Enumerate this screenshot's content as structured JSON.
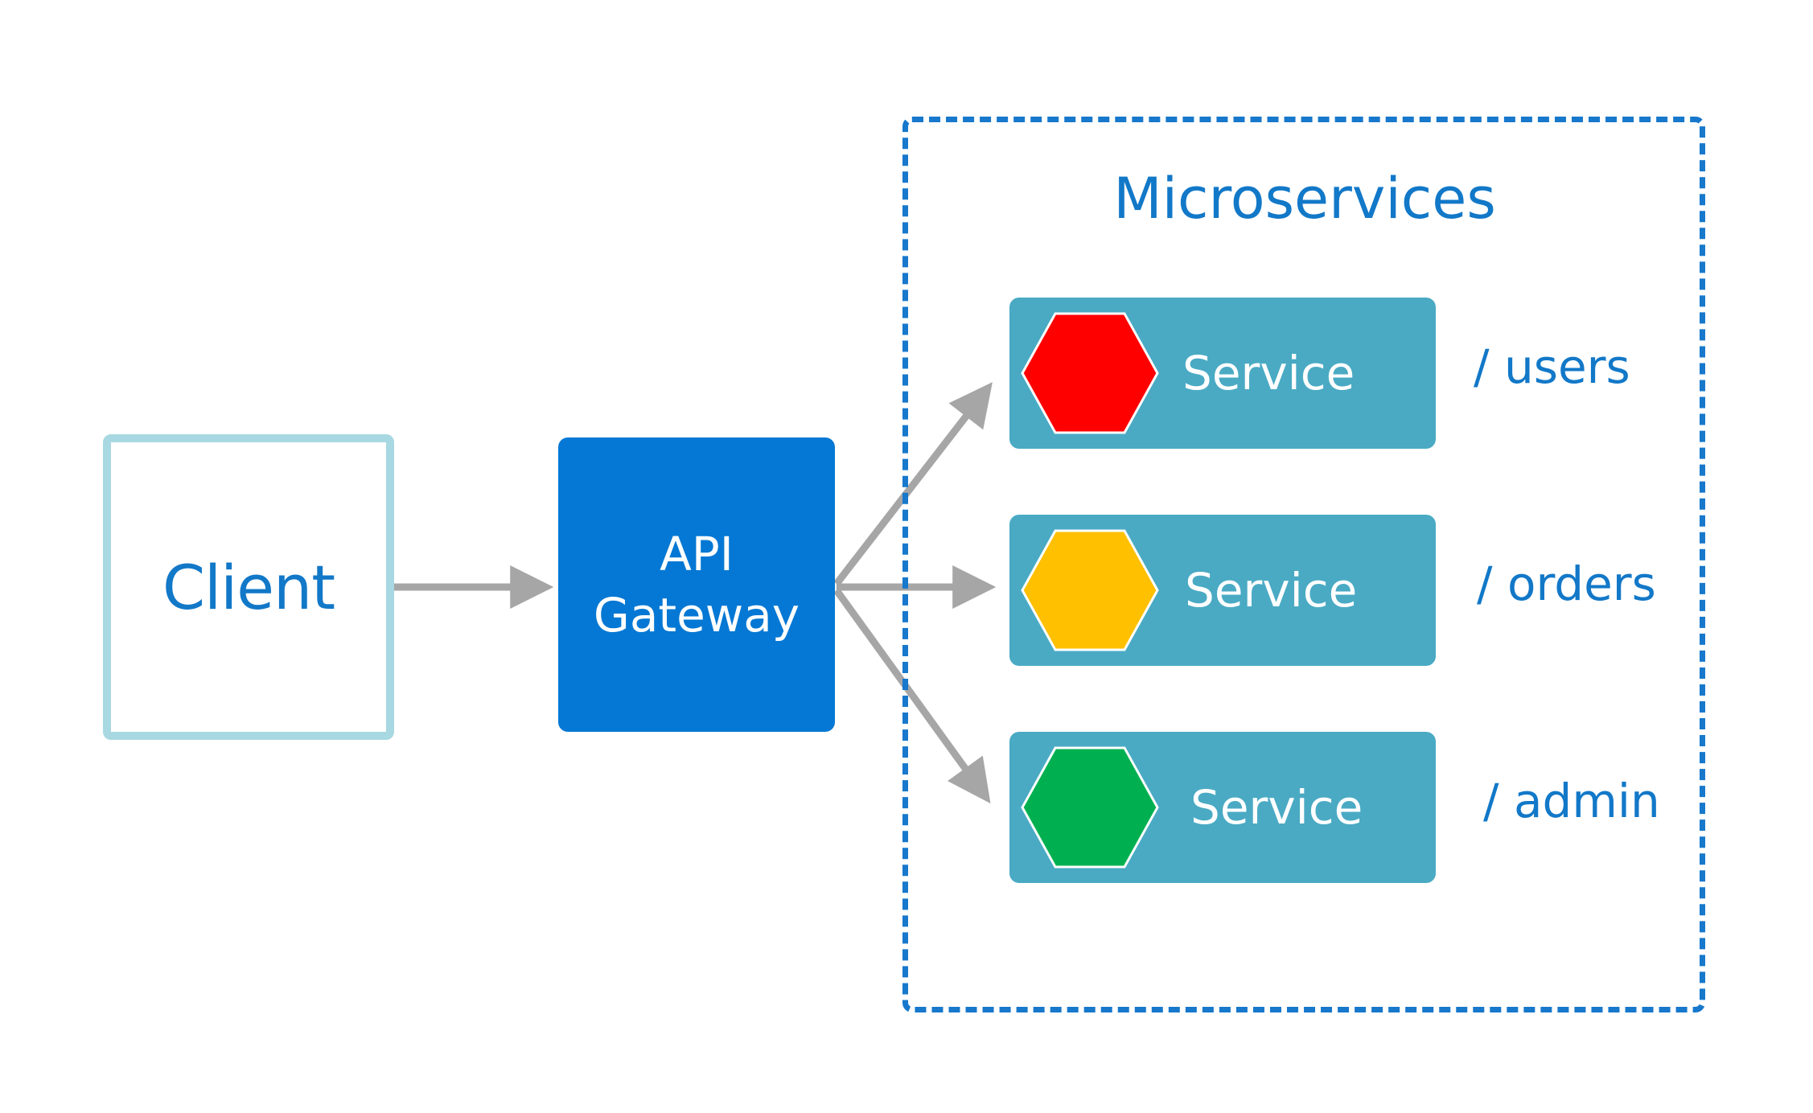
{
  "client": {
    "label": "Client"
  },
  "gateway": {
    "line1": "API",
    "line2": "Gateway"
  },
  "microservices": {
    "title": "Microservices",
    "services": [
      {
        "label": "Service",
        "route": "/ users",
        "color": "#ff0000",
        "icon": "hexagon-icon"
      },
      {
        "label": "Service",
        "route": "/ orders",
        "color": "#ffc000",
        "icon": "hexagon-icon"
      },
      {
        "label": "Service",
        "route": "/ admin",
        "color": "#00b050",
        "icon": "hexagon-icon"
      }
    ]
  },
  "colors": {
    "arrow": "#a6a6a6",
    "gateway": "#0478d4",
    "service_card": "#4aaac4",
    "client_border": "#a8d8e2",
    "boundary": "#1778cc",
    "text_blue": "#1278c8"
  }
}
